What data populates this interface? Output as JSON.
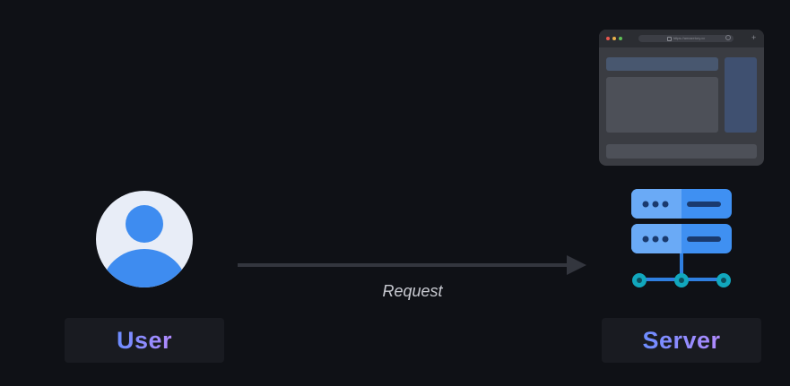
{
  "browser": {
    "url": "https://amazetory.cc"
  },
  "arrow": {
    "label": "Request"
  },
  "user": {
    "label": "User"
  },
  "server": {
    "label": "Server"
  },
  "colors": {
    "background": "#0f1116",
    "avatar_blue": "#3e8cf0",
    "server_blue": "#3f90f2",
    "server_blue_light": "#6aaaf6",
    "network_teal": "#11a7bd",
    "label_gradient_start": "#6b8cff",
    "label_gradient_end": "#b28bff"
  },
  "icons": [
    "user-icon",
    "server-icon",
    "lock-icon",
    "reload-icon"
  ]
}
